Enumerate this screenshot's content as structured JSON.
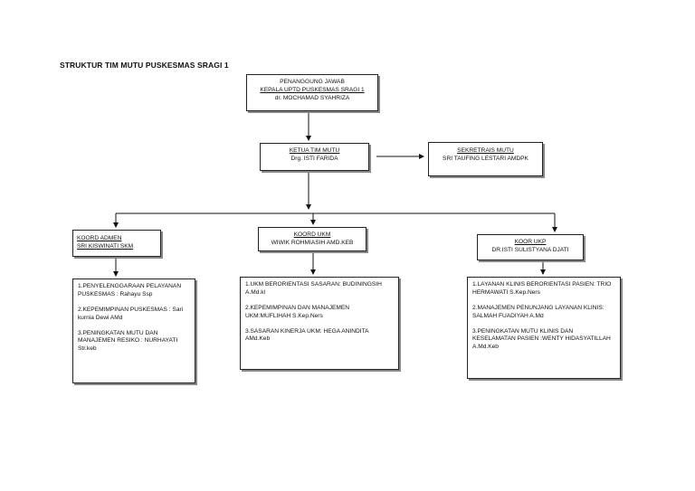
{
  "title": "STRUKTUR TIM MUTU PUSKESMAS SRAGI 1",
  "penanggung": {
    "role": "PENANGGUNG JAWAB",
    "position": "KEPALA UPTD PUSKESMAS SRAGI 1",
    "name": "dr. MOCHAMAD SYAHRIZA"
  },
  "ketua": {
    "role": "KETUA TIM MUTU",
    "name": "Drg. ISTI FARIDA"
  },
  "sekretaris": {
    "role": "SEKRETRAIS MUTU",
    "name": "SRI TAUFING LESTARI AMDPK"
  },
  "admen": {
    "role": "KOORD ADMEN",
    "name": "SRI KISWINATI SKM",
    "items": [
      "1.PENYELENGGARAAN PELAYANAN PUSKESMAS : Rahayu Ssp",
      "2.KEPEMIMPINAN PUSKESMAS : Sari kurnia Dewi AMd",
      "3.PENINGKATAN MUTU DAN MANAJEMEN RESIKO : NURHAYATI Str.keb"
    ]
  },
  "ukm": {
    "role": "KOORD UKM",
    "name": "WIWIK ROHMIASIH AMD.KEB",
    "items": [
      "1.UKM BERORIENTASI SASARAN: BUDININGSIH A.Md.kl",
      "2.KEPEMIMPINAN DAN MANAJEMEN UKM:MUFLIHAH S.Kep.Ners",
      "3.SASARAN KINERJA UKM: HEGA ANINDITA AMd.Keb"
    ]
  },
  "ukp": {
    "role": "KOOR UKP",
    "name": "DR.ISTI SULISTYANA DJATI",
    "items": [
      "1.LAYANAN KLINIS BERORIENTASI PASIEN: TRIO HERMAWATI S.Kep.Ners",
      "2.MANAJEMEN PENUNJANG LAYANAN KLINIS: SALMAH FUADIYAH A.Md",
      "3.PENINGKATAN MUTU KLINIS DAN KESELAMATAN PASIEN :WENTY HIDASYATILLAH A.Md.Keb"
    ]
  }
}
